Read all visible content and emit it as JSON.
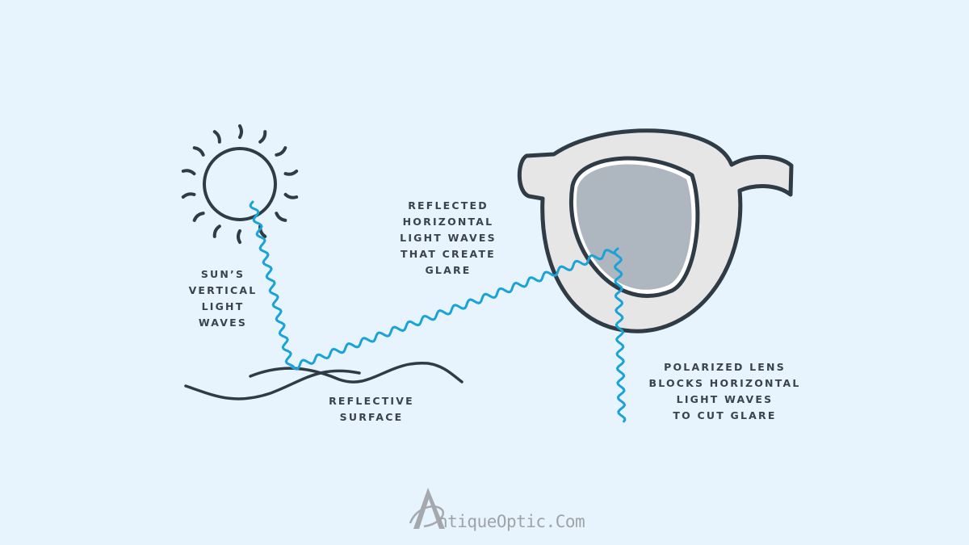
{
  "labels": {
    "sun": [
      "SUN’S",
      "VERTICAL",
      "LIGHT",
      "WAVES"
    ],
    "reflected": [
      "REFLECTED",
      "HORIZONTAL",
      "LIGHT WAVES",
      "THAT CREATE",
      "GLARE"
    ],
    "surface": [
      "REFLECTIVE",
      "SURFACE"
    ],
    "polarized": [
      "POLARIZED LENS",
      "BLOCKS HORIZONTAL",
      "LIGHT WAVES",
      "TO CUT GLARE"
    ]
  },
  "logo": {
    "text": "ntiqueOptic.Com",
    "initial": "A"
  },
  "colors": {
    "background": "#e8f4fd",
    "stroke": "#2f3b45",
    "wave": "#1aa3d9",
    "frame": "#e6e6e6",
    "lens": "#aeb6bf"
  }
}
